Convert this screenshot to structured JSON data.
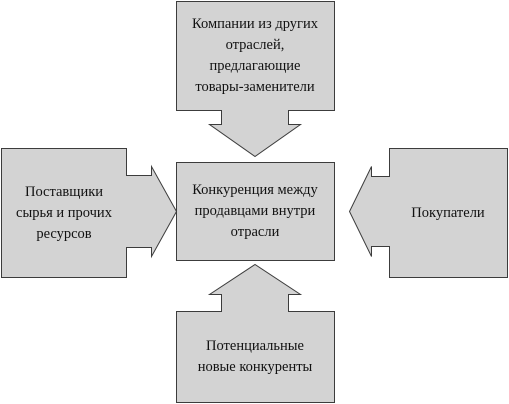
{
  "colors": {
    "box_fill": "#d3d3d3",
    "box_stroke": "#3c3c3c"
  },
  "boxes": {
    "top": "Компании из других\nотраслей,\nпредлагающие\nтовары-заменители",
    "left": "Поставщики\nсырья и прочих\nресурсов",
    "center": "Конкуренция между\nпродавцами внутри\nотрасли",
    "right": "Покупатели",
    "bottom": "Потенциальные\nновые конкуренты"
  }
}
